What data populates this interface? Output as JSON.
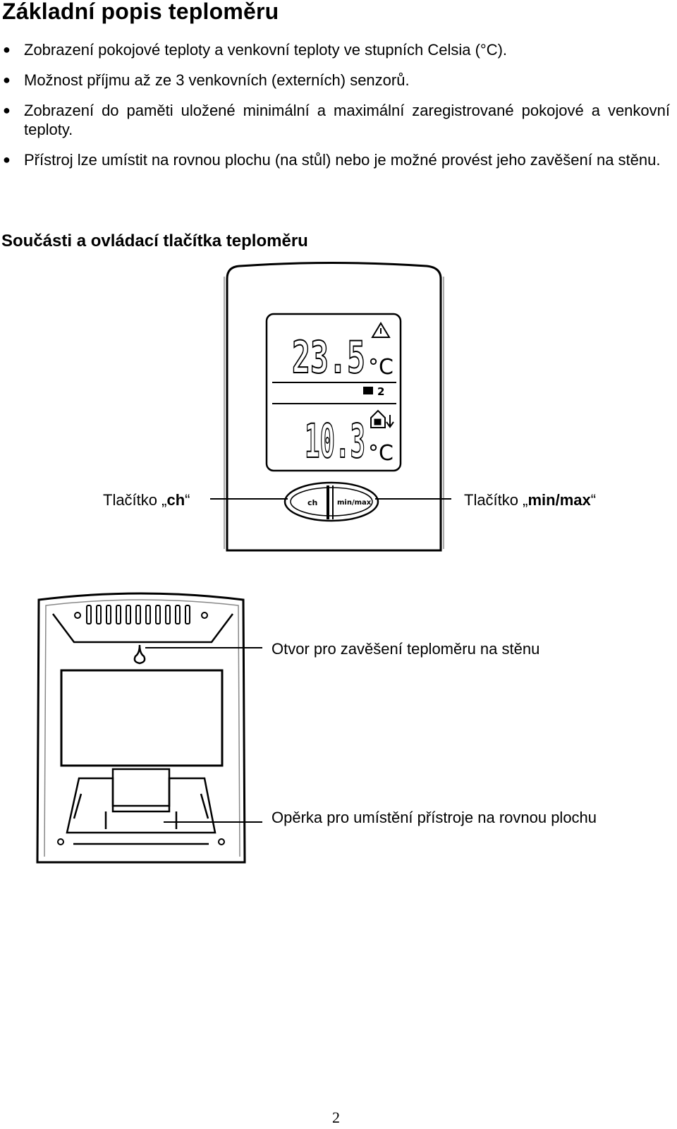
{
  "title": "Základní popis teploměru",
  "features": [
    "Zobrazení pokojové teploty a venkovní teploty ve stupních Celsia (°C).",
    "Možnost příjmu až ze 3 venkovních (externích) senzorů.",
    "Zobrazení do paměti uložené minimální a maximální zaregistrované pokojové a venkovní teploty.",
    "Přístroj lze umístit na rovnou plochu (na stůl) nebo je možné provést jeho zavěšení na stěnu."
  ],
  "section_title": "Součásti a ovládací tlačítka teploměru",
  "front": {
    "indoor_reading": "23.5",
    "outdoor_reading": "10.3",
    "channel_indicator": "2",
    "unit": "°C",
    "button_ch_text": "ch",
    "button_minmax_text": "min/max",
    "label_ch_prefix": "Tlačítko „",
    "label_ch_key": "ch",
    "label_ch_suffix": "“",
    "label_minmax_prefix": "Tlačítko „",
    "label_minmax_key": "min/max",
    "label_minmax_suffix": "“"
  },
  "back": {
    "label_hole": "Otvor pro zavěšení teploměru na stěnu",
    "label_stand": "Opěrka pro umístění přístroje na rovnou plochu"
  },
  "page_number": "2"
}
